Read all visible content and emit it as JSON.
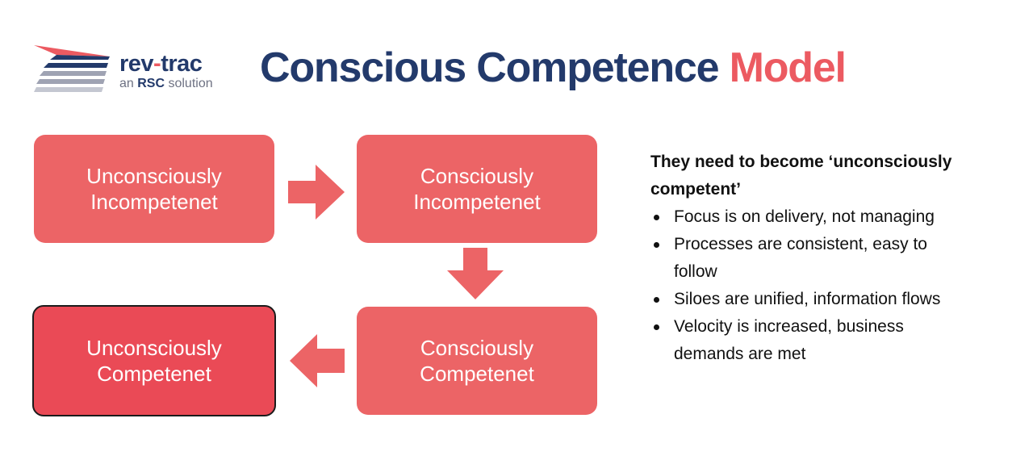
{
  "logo": {
    "name": "rev-trac",
    "name_part1": "rev",
    "name_hyphen": "-",
    "name_part2": "trac",
    "tagline": "an RSC solution",
    "tagline_prefix": "an ",
    "tagline_brand": "RSC",
    "tagline_suffix": " solution"
  },
  "title": {
    "part1": "Conscious Competence",
    "part2": "Model"
  },
  "stages": [
    {
      "line1": "Unconsciously",
      "line2": "Incompetenet"
    },
    {
      "line1": "Consciously",
      "line2": "Incompetenet"
    },
    {
      "line1": "Consciously",
      "line2": "Competenet"
    },
    {
      "line1": "Unconsciously",
      "line2": "Competenet"
    }
  ],
  "sidebar": {
    "heading_line1": "They need to become ‘unconsciously",
    "heading_line2": "competent’",
    "bullets": [
      {
        "line1": "Focus is on delivery, not managing",
        "line2": ""
      },
      {
        "line1": "Processes are consistent, easy to",
        "line2": "follow"
      },
      {
        "line1": "Siloes are unified, information flows",
        "line2": ""
      },
      {
        "line1": "Velocity is increased, business",
        "line2": "demands are met"
      }
    ]
  },
  "colors": {
    "navy": "#233a6b",
    "accent": "#ec5a61",
    "box": "#ec6466",
    "box_final": "#ea4a56"
  }
}
